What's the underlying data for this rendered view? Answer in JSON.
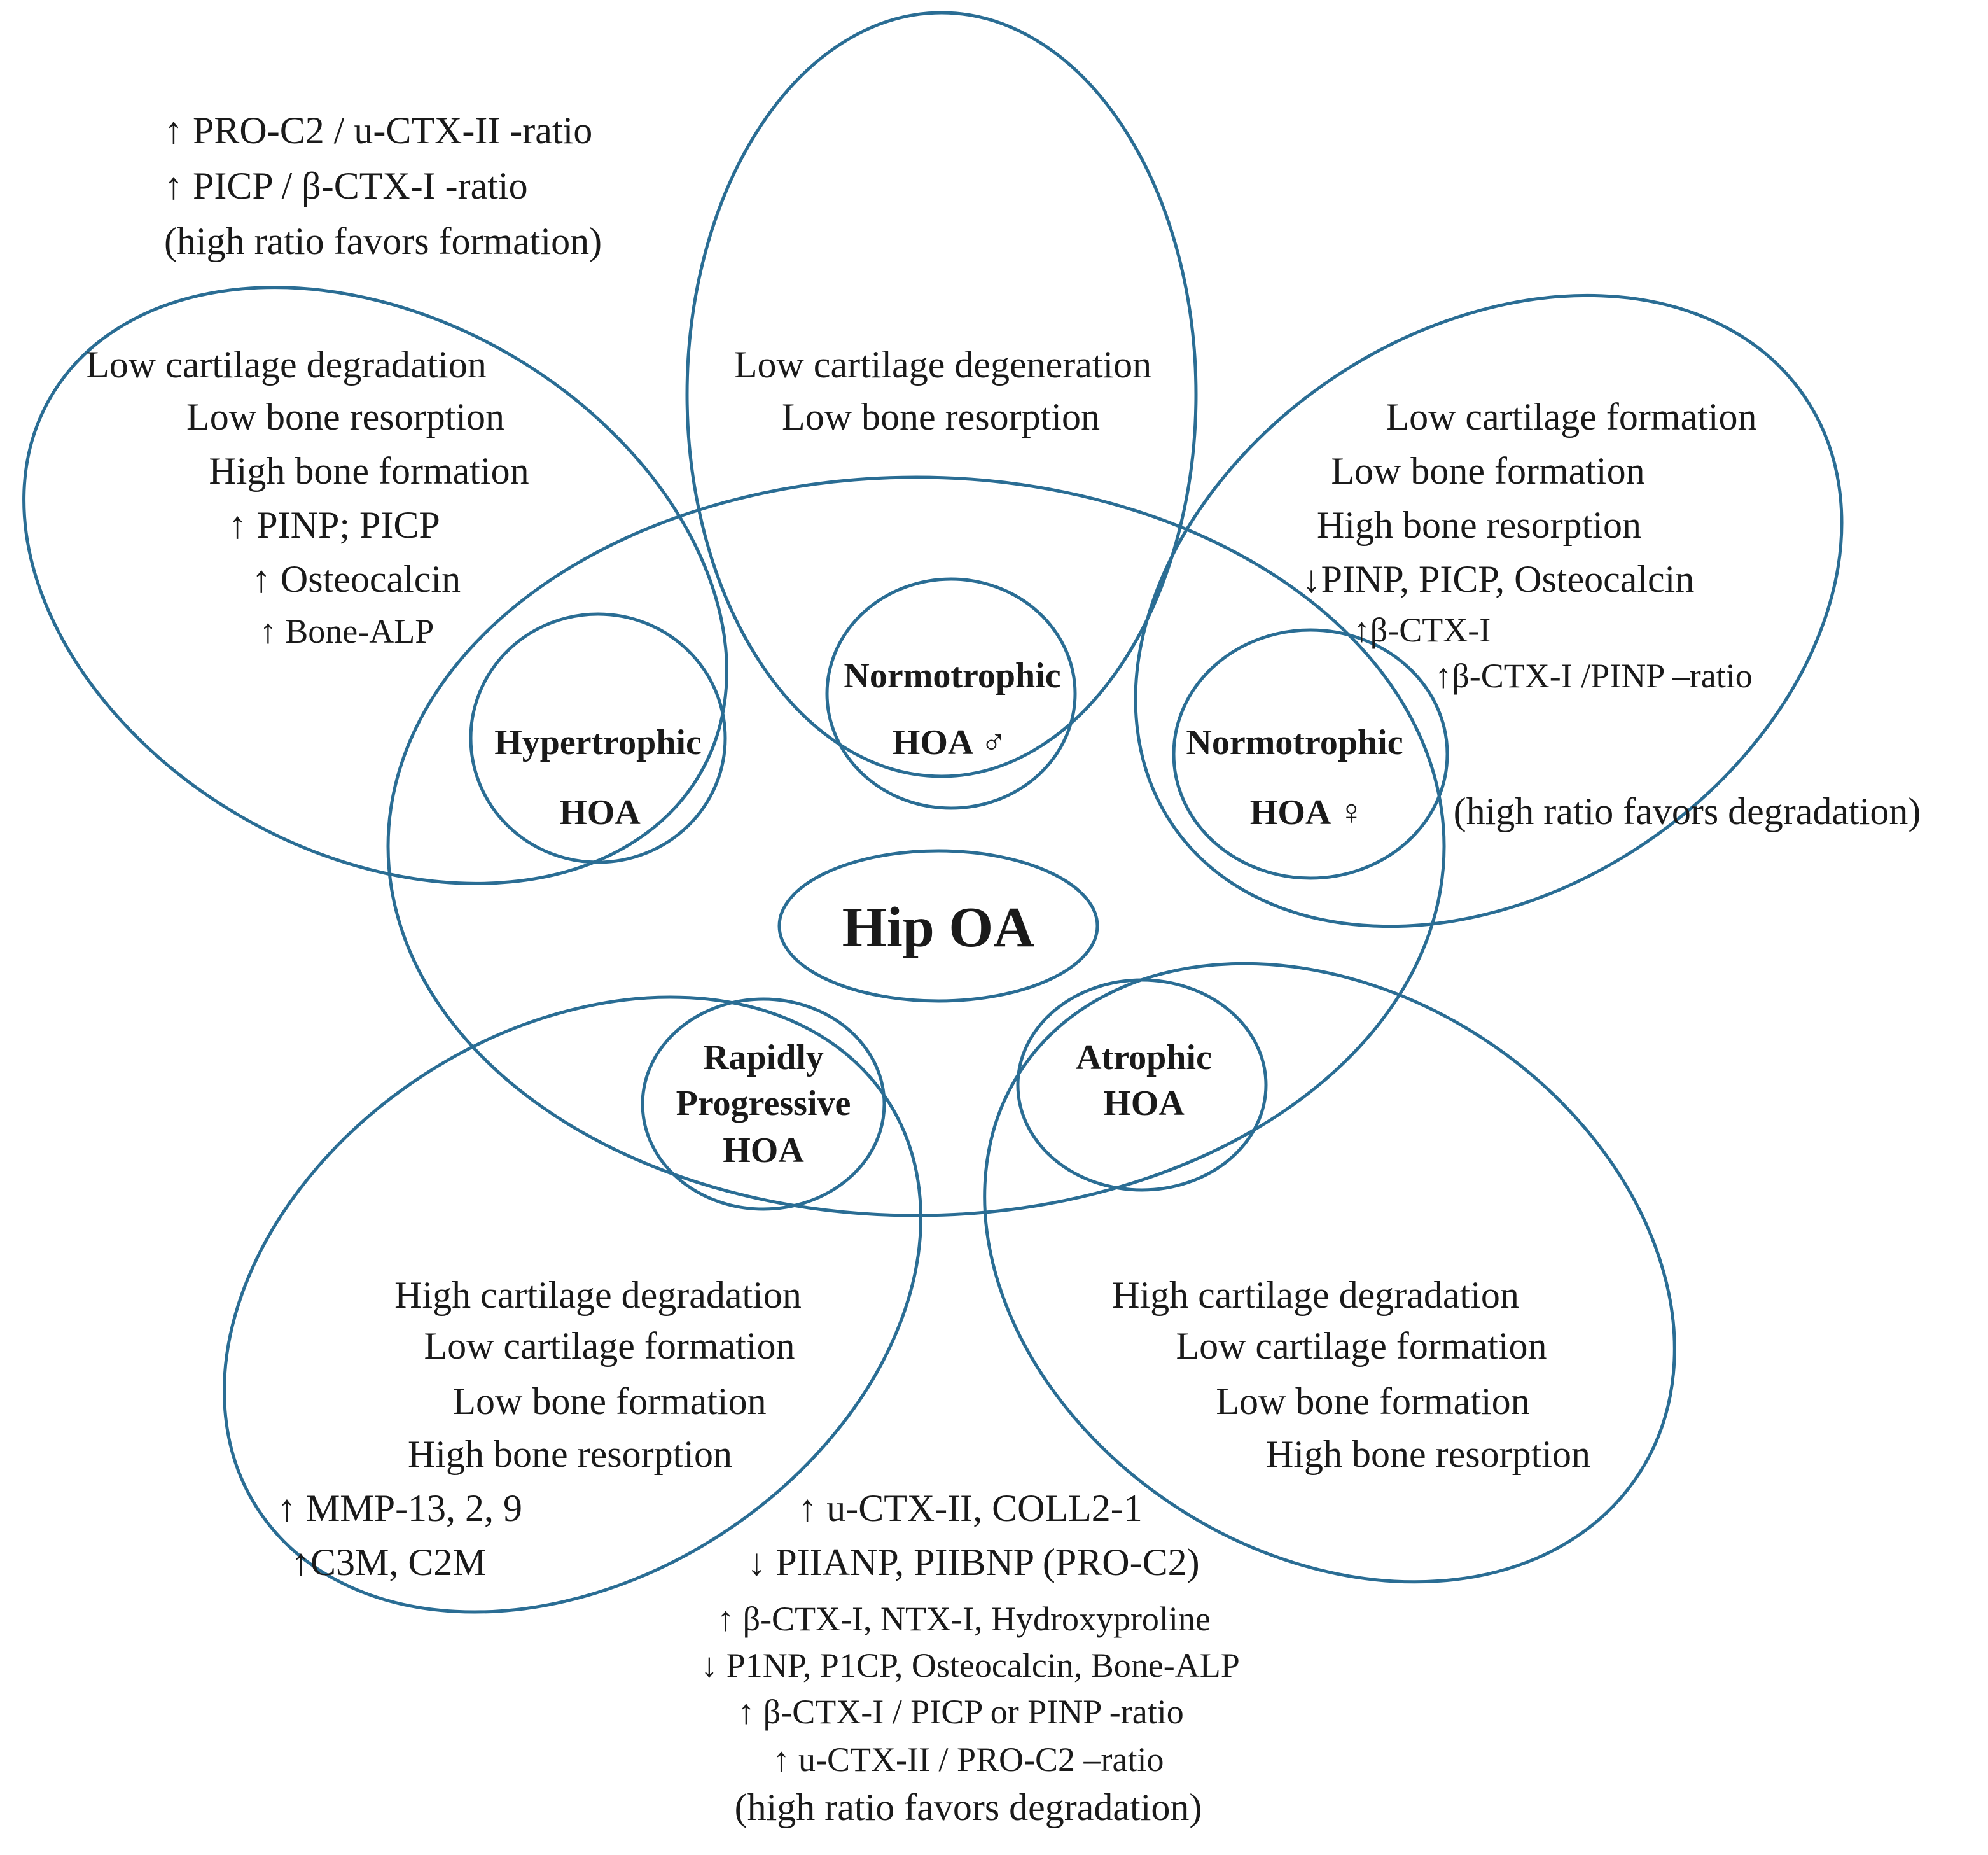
{
  "colors": {
    "stroke": "#2a6d94",
    "text": "#1a1a1a"
  },
  "center": {
    "label": "Hip OA"
  },
  "subtypes": {
    "hypertrophic": [
      "Hypertrophic",
      "HOA"
    ],
    "normo_male": [
      "Normotrophic",
      "HOA ♂"
    ],
    "normo_female": [
      "Normotrophic",
      "HOA ♀"
    ],
    "rapid": [
      "Rapidly",
      "Progressive",
      "HOA"
    ],
    "atrophic": [
      "Atrophic",
      "HOA"
    ]
  },
  "top_left_note": [
    "↑ PRO-C2 / u-CTX-II -ratio",
    "↑ PICP / β-CTX-I -ratio",
    "(high ratio favors formation)"
  ],
  "petal_top_left": [
    "Low cartilage degradation",
    "Low bone resorption",
    "High bone formation",
    "↑ PINP; PICP",
    "↑ Osteocalcin",
    "↑ Bone-ALP"
  ],
  "petal_top": [
    "Low cartilage degeneration",
    "Low bone resorption"
  ],
  "petal_right": [
    "Low cartilage formation",
    "Low bone formation",
    "High bone resorption",
    "↓PINP, PICP, Osteocalcin",
    "↑β-CTX-I",
    "↑β-CTX-I /PINP –ratio",
    "(high ratio favors degradation)"
  ],
  "petal_bottom_left": [
    "High cartilage degradation",
    "Low cartilage formation",
    "Low bone formation",
    "High bone resorption",
    "↑ MMP-13, 2, 9",
    "↑C3M, C2M"
  ],
  "petal_bottom_right": [
    "High cartilage degradation",
    "Low cartilage formation",
    "Low bone formation",
    "High bone resorption"
  ],
  "bottom_note": [
    "↑ u-CTX-II, COLL2-1",
    "↓ PIIANP, PIIBNP (PRO-C2)",
    "↑ β-CTX-I, NTX-I, Hydroxyproline",
    "↓ P1NP, P1CP, Osteocalcin, Bone-ALP",
    "↑ β-CTX-I / PICP or PINP -ratio",
    "↑ u-CTX-II / PRO-C2 –ratio",
    "(high ratio favors degradation)"
  ]
}
